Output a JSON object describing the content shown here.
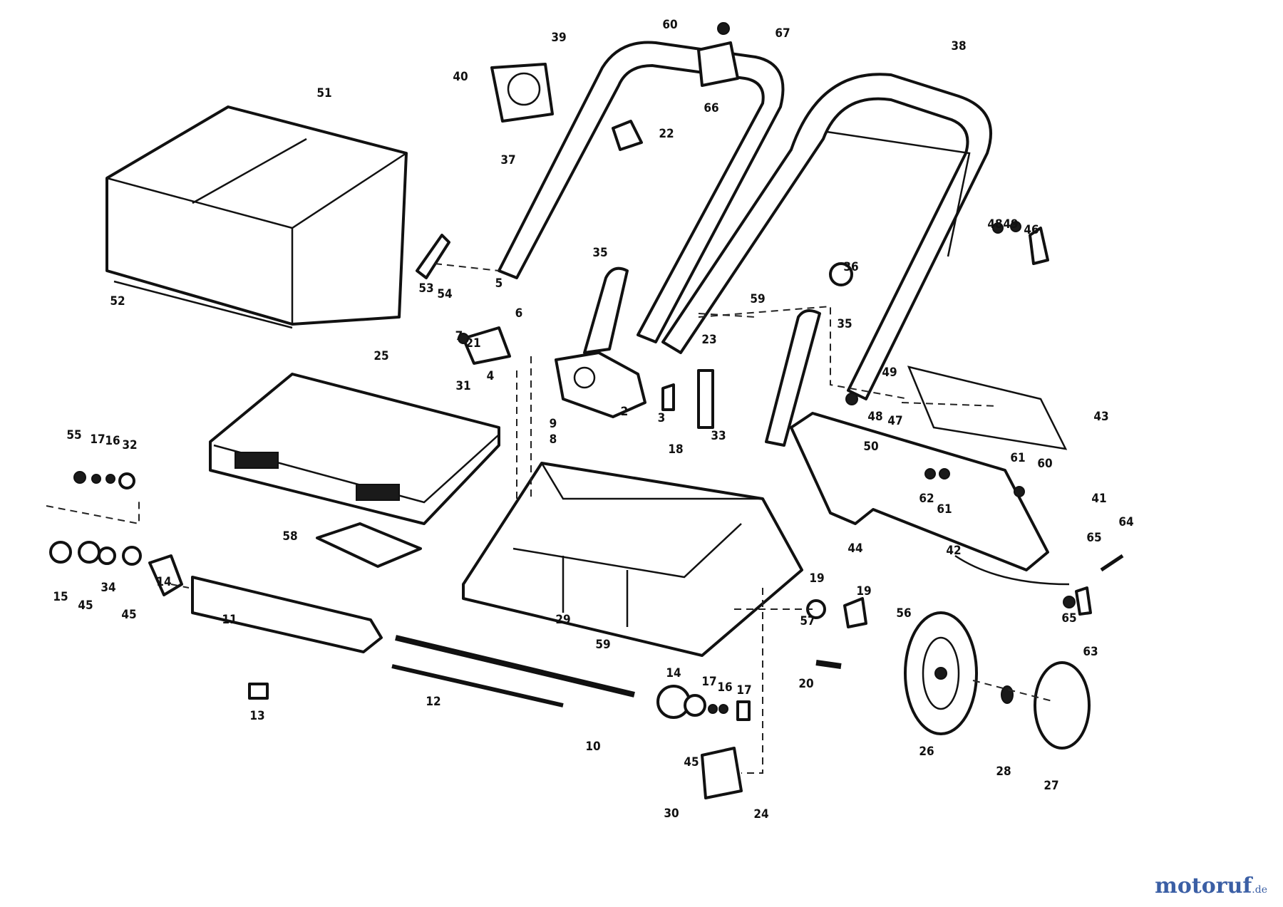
{
  "watermark": {
    "main": "motoruf",
    "tld": ".de",
    "accent_color": "#e07a1f",
    "brand_color": "#3b5fa5"
  },
  "callouts": [
    {
      "id": "c1",
      "label": "60"
    },
    {
      "id": "c2",
      "label": "67"
    },
    {
      "id": "c3",
      "label": "39"
    },
    {
      "id": "c4",
      "label": "40"
    },
    {
      "id": "c5",
      "label": "38"
    },
    {
      "id": "c6",
      "label": "51"
    },
    {
      "id": "c7",
      "label": "66"
    },
    {
      "id": "c8",
      "label": "22"
    },
    {
      "id": "c9",
      "label": "37"
    },
    {
      "id": "c10",
      "label": "48"
    },
    {
      "id": "c11",
      "label": "49"
    },
    {
      "id": "c12",
      "label": "46"
    },
    {
      "id": "c13",
      "label": "52"
    },
    {
      "id": "c14",
      "label": "53"
    },
    {
      "id": "c15",
      "label": "54"
    },
    {
      "id": "c16",
      "label": "5"
    },
    {
      "id": "c17",
      "label": "35"
    },
    {
      "id": "c18",
      "label": "36"
    },
    {
      "id": "c19",
      "label": "59"
    },
    {
      "id": "c20",
      "label": "35"
    },
    {
      "id": "c21",
      "label": "6"
    },
    {
      "id": "c22",
      "label": "7"
    },
    {
      "id": "c23",
      "label": "21"
    },
    {
      "id": "c24",
      "label": "4"
    },
    {
      "id": "c25",
      "label": "25"
    },
    {
      "id": "c26",
      "label": "31"
    },
    {
      "id": "c27",
      "label": "2"
    },
    {
      "id": "c28",
      "label": "3"
    },
    {
      "id": "c29",
      "label": "23"
    },
    {
      "id": "c30",
      "label": "8"
    },
    {
      "id": "c31",
      "label": "9"
    },
    {
      "id": "c32",
      "label": "18"
    },
    {
      "id": "c33",
      "label": "33"
    },
    {
      "id": "c34",
      "label": "49"
    },
    {
      "id": "c35",
      "label": "48"
    },
    {
      "id": "c36",
      "label": "47"
    },
    {
      "id": "c37",
      "label": "43"
    },
    {
      "id": "c38",
      "label": "55"
    },
    {
      "id": "c39",
      "label": "17"
    },
    {
      "id": "c40",
      "label": "16"
    },
    {
      "id": "c41",
      "label": "32"
    },
    {
      "id": "c42",
      "label": "50"
    },
    {
      "id": "c43",
      "label": "62"
    },
    {
      "id": "c44",
      "label": "61"
    },
    {
      "id": "c45",
      "label": "61"
    },
    {
      "id": "c46",
      "label": "60"
    },
    {
      "id": "c47",
      "label": "41"
    },
    {
      "id": "c48",
      "label": "58"
    },
    {
      "id": "c49",
      "label": "44"
    },
    {
      "id": "c50",
      "label": "42"
    },
    {
      "id": "c51",
      "label": "64"
    },
    {
      "id": "c52",
      "label": "65"
    },
    {
      "id": "c53",
      "label": "15"
    },
    {
      "id": "c54",
      "label": "45"
    },
    {
      "id": "c55",
      "label": "34"
    },
    {
      "id": "c56",
      "label": "45"
    },
    {
      "id": "c57",
      "label": "14"
    },
    {
      "id": "c58",
      "label": "19"
    },
    {
      "id": "c59",
      "label": "19"
    },
    {
      "id": "c60",
      "label": "57"
    },
    {
      "id": "c61",
      "label": "56"
    },
    {
      "id": "c62",
      "label": "65"
    },
    {
      "id": "c63",
      "label": "63"
    },
    {
      "id": "c64",
      "label": "11"
    },
    {
      "id": "c65",
      "label": "29"
    },
    {
      "id": "c66",
      "label": "59"
    },
    {
      "id": "c67",
      "label": "20"
    },
    {
      "id": "c68",
      "label": "12"
    },
    {
      "id": "c69",
      "label": "14"
    },
    {
      "id": "c70",
      "label": "17"
    },
    {
      "id": "c71",
      "label": "16"
    },
    {
      "id": "c72",
      "label": "17"
    },
    {
      "id": "c73",
      "label": "10"
    },
    {
      "id": "c74",
      "label": "13"
    },
    {
      "id": "c75",
      "label": "45"
    },
    {
      "id": "c76",
      "label": "26"
    },
    {
      "id": "c77",
      "label": "28"
    },
    {
      "id": "c78",
      "label": "27"
    },
    {
      "id": "c79",
      "label": "30"
    },
    {
      "id": "c80",
      "label": "24"
    }
  ]
}
